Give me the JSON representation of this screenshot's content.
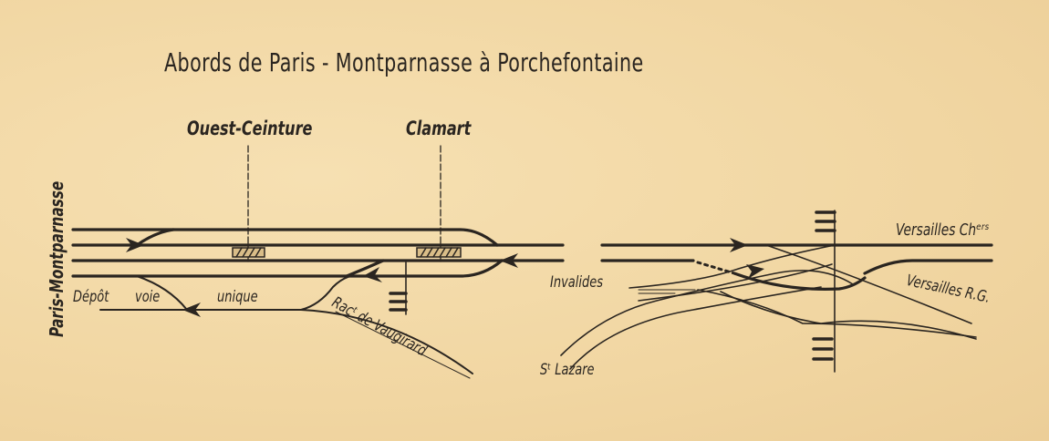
{
  "title": "Abords de Paris - Montparnasse à Porchefontaine",
  "stations": {
    "paris_montparnasse": "Paris-Montparnasse",
    "ouest_ceinture": "Ouest-Ceinture",
    "clamart": "Clamart"
  },
  "labels": {
    "depot": "Dépôt",
    "voie": "voie",
    "unique": "unique",
    "vaugirard": "Racᵗ de Vaugirard",
    "invalides": "Invalides",
    "st_lazare": "Sᵗ Lazare",
    "versailles_ch": "Versailles Chᵉʳˢ",
    "versailles_rg": "Versailles R.G."
  },
  "colors": {
    "paper": "#f2d8a6",
    "ink": "#2a2520"
  }
}
